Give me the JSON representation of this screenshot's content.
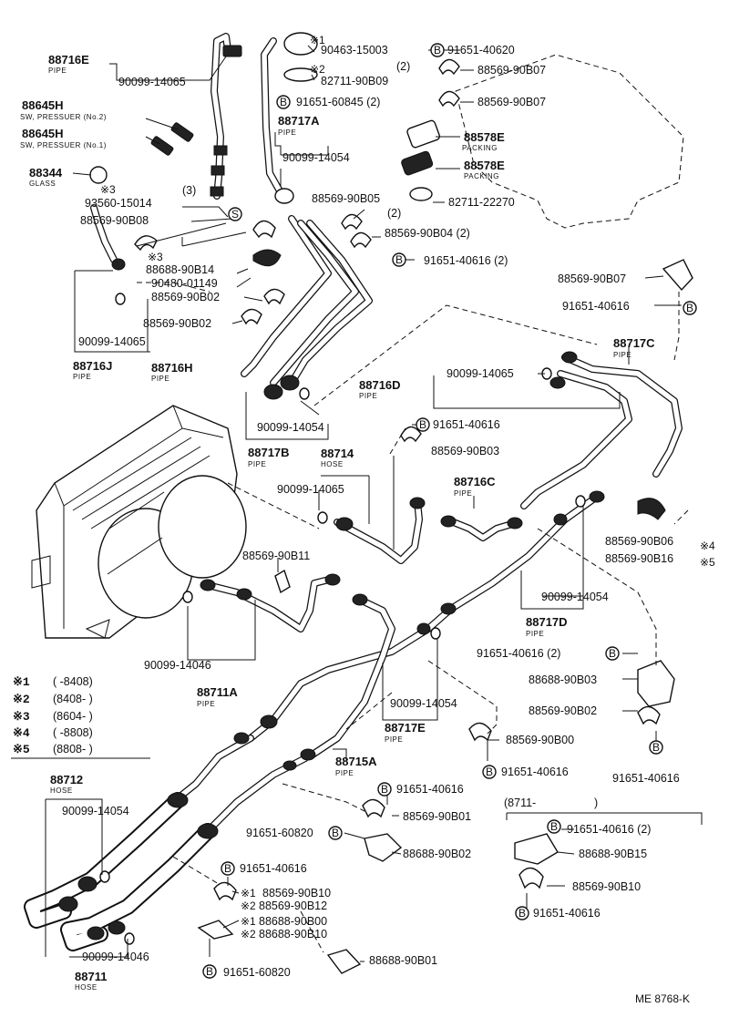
{
  "figure_code": "ME 8768-K",
  "parts": {
    "p88716E": {
      "pn": "88716E",
      "name": "PIPE"
    },
    "p88645H_2": {
      "pn": "88645H",
      "name": "SW, PRESSUER (No.2)"
    },
    "p88645H_1": {
      "pn": "88645H",
      "name": "SW, PRESSUER (No.1)"
    },
    "p88344": {
      "pn": "88344",
      "name": "GLASS"
    },
    "p88717A": {
      "pn": "88717A",
      "name": "PIPE"
    },
    "p88578E_a": {
      "pn": "88578E",
      "name": "PACKING"
    },
    "p88578E_b": {
      "pn": "88578E",
      "name": "PACKING"
    },
    "p88716J": {
      "pn": "88716J",
      "name": "PIPE"
    },
    "p88716H": {
      "pn": "88716H",
      "name": "PIPE"
    },
    "p88716D": {
      "pn": "88716D",
      "name": "PIPE"
    },
    "p88717C": {
      "pn": "88717C",
      "name": "PIPE"
    },
    "p88717B": {
      "pn": "88717B",
      "name": "PIPE"
    },
    "p88714": {
      "pn": "88714",
      "name": "HOSE"
    },
    "p88716C": {
      "pn": "88716C",
      "name": "PIPE"
    },
    "p88717D": {
      "pn": "88717D",
      "name": "PIPE"
    },
    "p88711A": {
      "pn": "88711A",
      "name": "PIPE"
    },
    "p88717E": {
      "pn": "88717E",
      "name": "PIPE"
    },
    "p88715A": {
      "pn": "88715A",
      "name": "PIPE"
    },
    "p88712": {
      "pn": "88712",
      "name": "HOSE"
    },
    "p88711": {
      "pn": "88711",
      "name": "HOSE"
    }
  },
  "refs": {
    "r1": "90099-14065",
    "r2": "90463-15003",
    "r3": "82711-90B09",
    "r4": "91651-60845 (2)",
    "r5": "91651-40620",
    "r6": "88569-90B07",
    "r7": "88569-90B07",
    "r8": "90099-14054",
    "r9": "88569-90B05",
    "r10": "82711-22270",
    "r11": "88569-90B04 (2)",
    "r12": "91651-40616 (2)",
    "r13": "93560-15014",
    "r14": "88569-90B08",
    "r15": "88688-90B14",
    "r16": "90480-01149",
    "r17": "88569-90B02",
    "r18": "88569-90B02",
    "r19": "90099-14065",
    "r20": "88569-90B07",
    "r21": "91651-40616",
    "r22": "90099-14065",
    "r23": "90099-14054",
    "r24": "91651-40616",
    "r25": "88569-90B03",
    "r26": "90099-14065",
    "r27": "88569-90B06",
    "r28": "88569-90B16",
    "r29": "88569-90B11",
    "r30": "90099-14054",
    "r31": "90099-14046",
    "r32": "91651-40616 (2)",
    "r33": "88688-90B03",
    "r34": "88569-90B02",
    "r35": "90099-14054",
    "r36": "88569-90B00",
    "r37": "91651-40616",
    "r38": "91651-40616",
    "r39": "91651-40616",
    "r40": "88569-90B01",
    "r41": "91651-60820",
    "r42": "88688-90B02",
    "r43": "90099-14054",
    "r44": "91651-40616",
    "r45": "88569-90B10",
    "r46": "88569-90B12",
    "r47": "88688-90B00",
    "r48": "88688-90B10",
    "r49": "90099-14046",
    "r50": "91651-60820",
    "r51": "88688-90B01",
    "r52": "91651-40616 (2)",
    "r53": "88688-90B15",
    "r54": "88569-90B10",
    "r55": "91651-40616"
  },
  "qty": {
    "q1": "(2)",
    "q2": "(2)",
    "q3": "(3)"
  },
  "markers": {
    "m1": "※1",
    "m2": "※2",
    "m3": "※3",
    "m3b": "※3",
    "m4": "※4",
    "m5": "※5",
    "m1b": "※1",
    "m2b": "※2",
    "m1c": "※1",
    "m2c": "※2",
    "bolt": "B",
    "screw": "S"
  },
  "variant_label": "(8711-",
  "legend": [
    {
      "mark": "※1",
      "range": "(        -8408)"
    },
    {
      "mark": "※2",
      "range": "(8408-           )"
    },
    {
      "mark": "※3",
      "range": "(8604-           )"
    },
    {
      "mark": "※4",
      "range": "(        -8808)"
    },
    {
      "mark": "※5",
      "range": "(8808-           )"
    }
  ],
  "icons": [
    "bolt-circle-b-icon",
    "screw-circle-s-icon"
  ]
}
